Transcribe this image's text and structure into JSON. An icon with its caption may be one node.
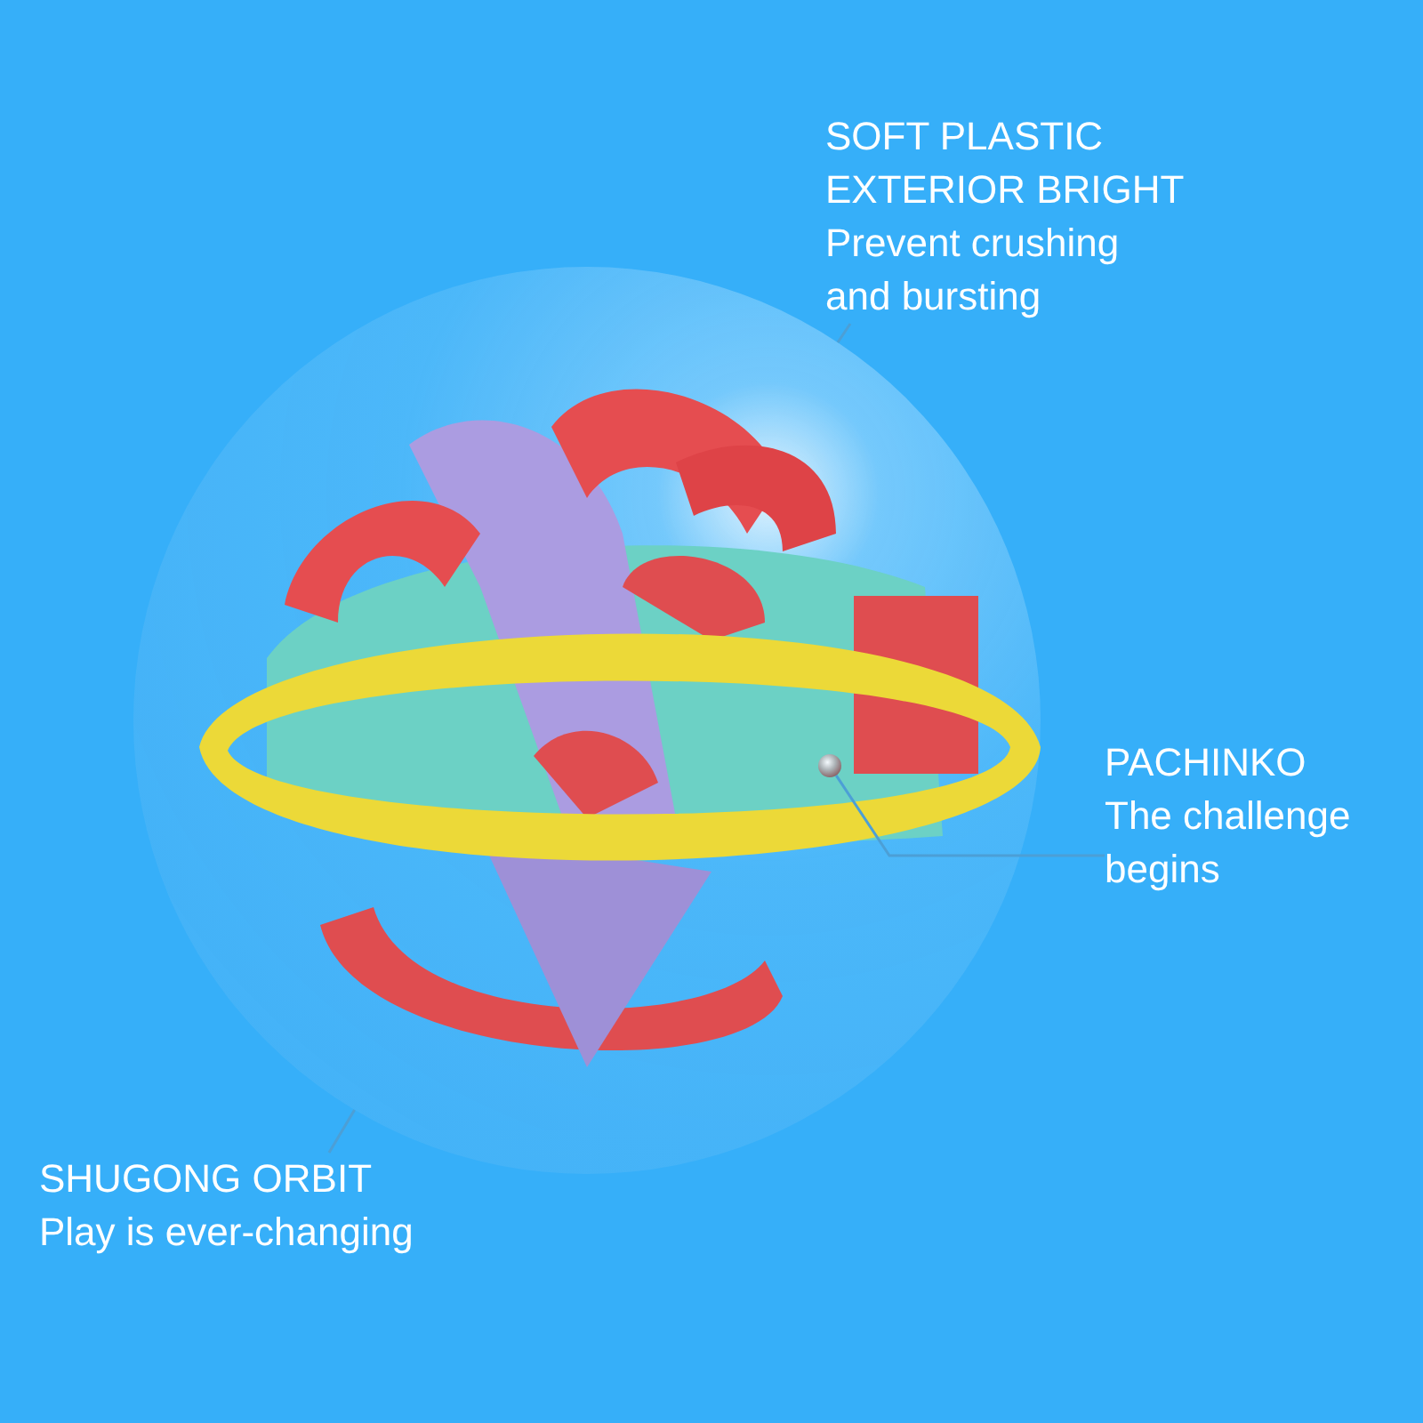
{
  "diagram": {
    "nodes": [
      {
        "text": [
          "SOFT PLASTIC EXTERIOR BRIGHT",
          "Prevent crushing and bursting"
        ]
      },
      {
        "text": [
          "PACHINKO",
          "The challenge begins"
        ]
      },
      {
        "text": [
          "SHUGONG ORBIT",
          "Play is ever-changing"
        ]
      },
      {
        "text": [],
        "shape": "circle"
      },
      {
        "text": [],
        "shape": "picture",
        "in": 3
      }
    ],
    "edges": [
      {
        "from": 0,
        "to": 3,
        "arrow": "none"
      },
      {
        "from": 1,
        "to": 4,
        "arrow": "none"
      },
      {
        "from": 2,
        "to": 3,
        "arrow": "none"
      }
    ]
  }
}
